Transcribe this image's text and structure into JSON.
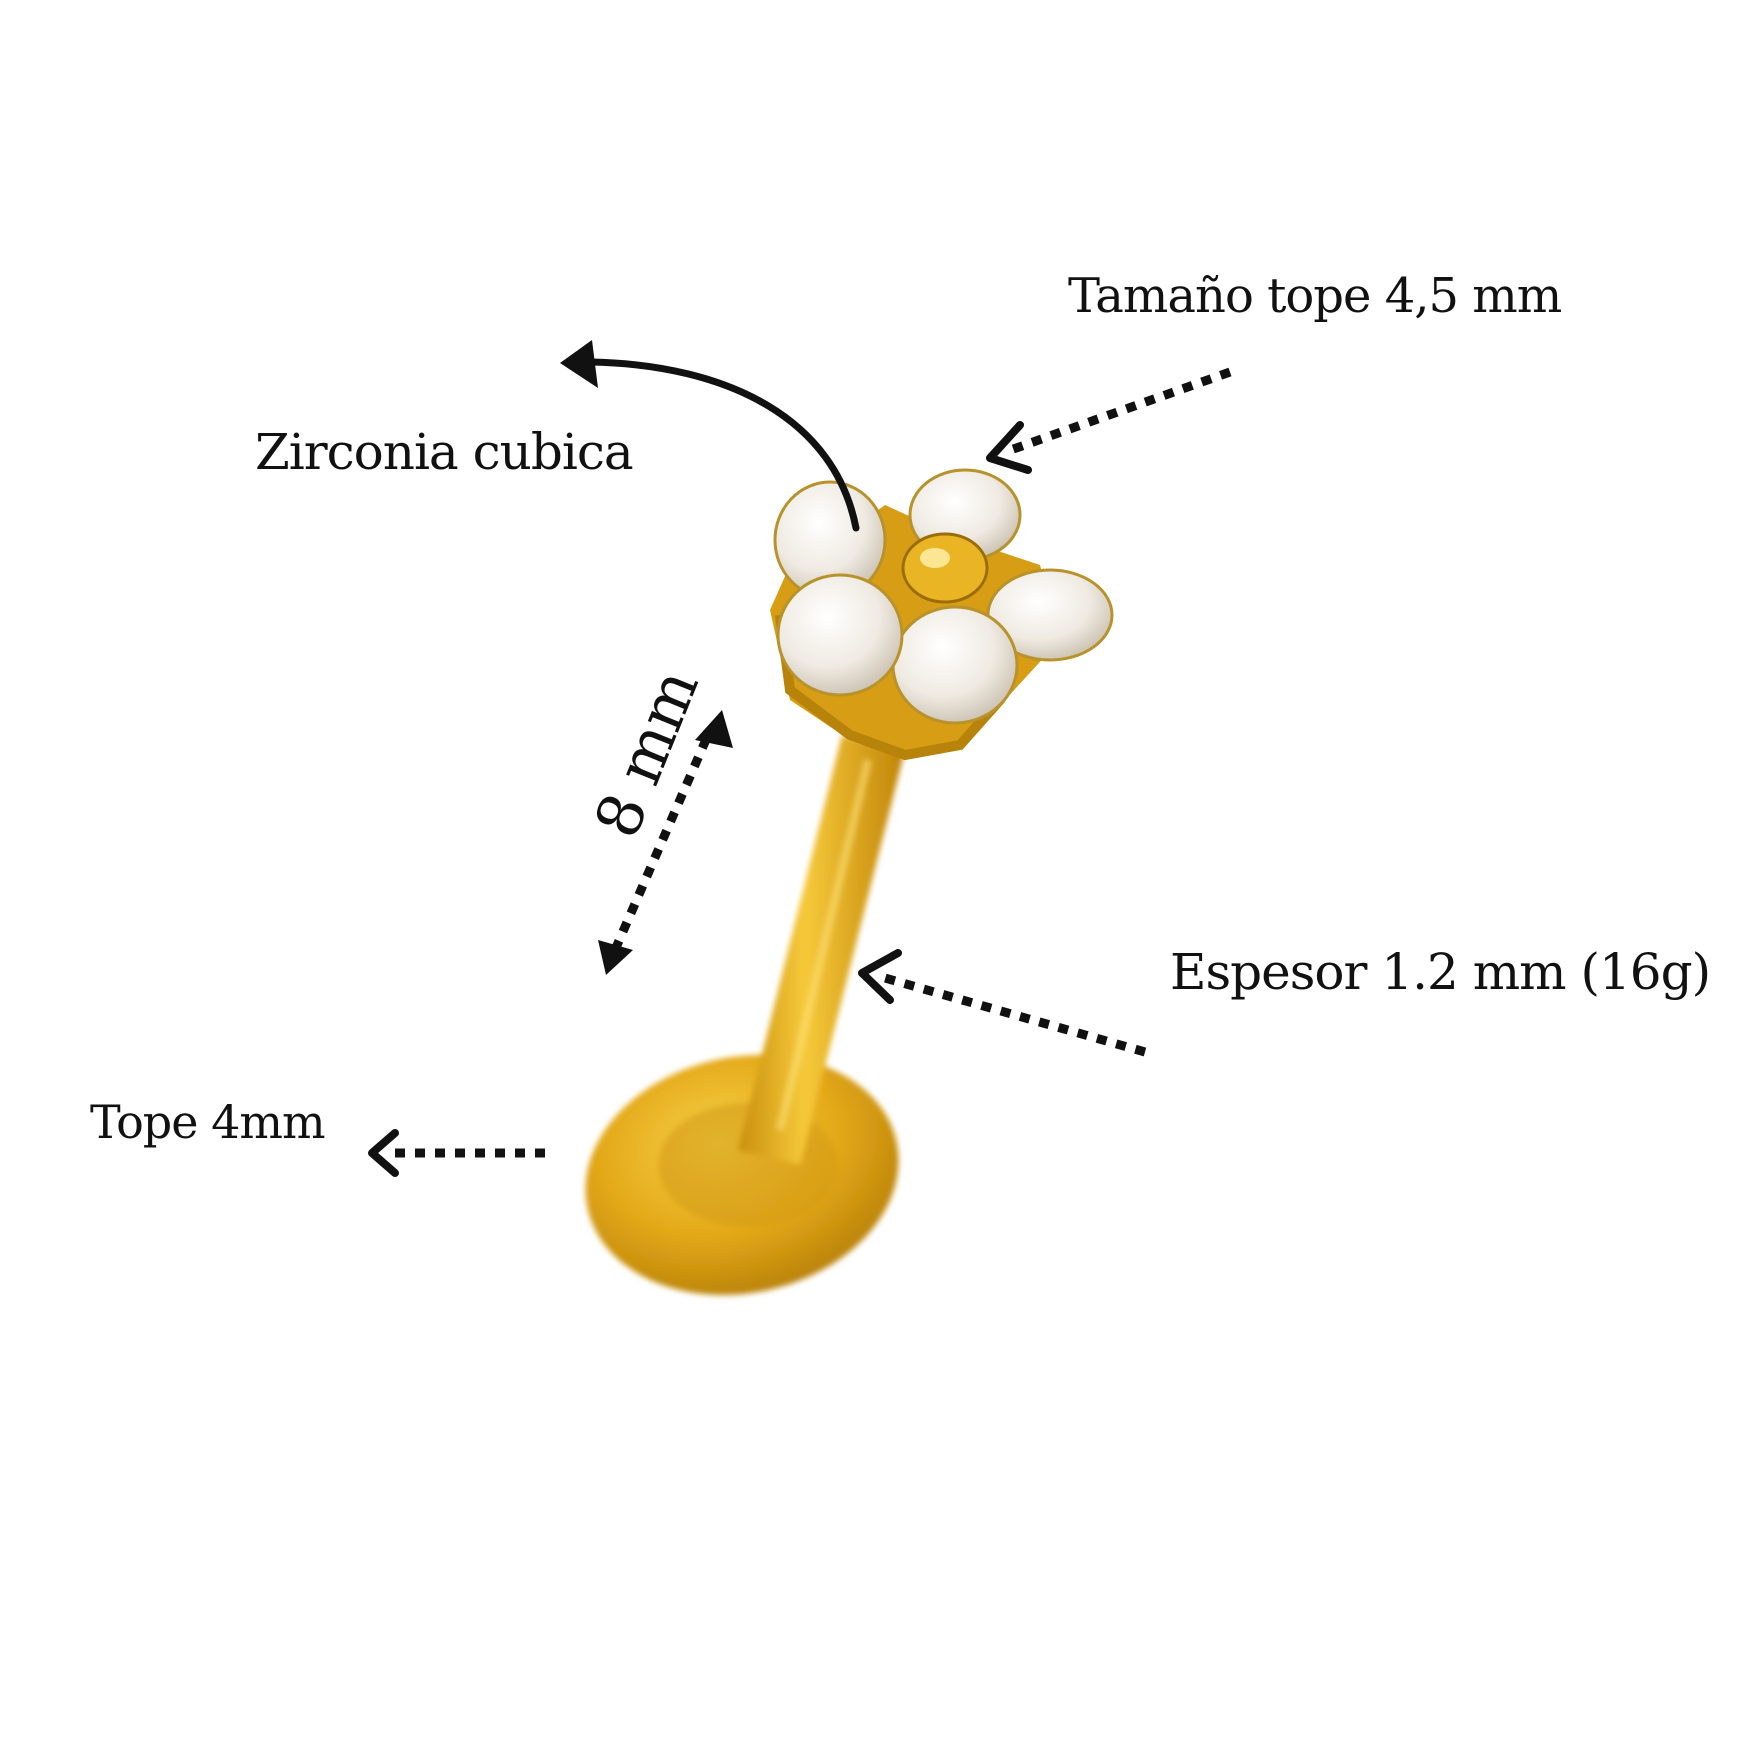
{
  "labels": {
    "top_size": "Tamaño tope 4,5 mm",
    "zirconia": "Zirconia cubica",
    "length": "8 mm",
    "thickness": "Espesor 1.2 mm (16g)",
    "base": "Tope 4mm"
  },
  "colors": {
    "background": "#ffffff",
    "text": "#111111",
    "arrow": "#111111",
    "gold": "#e8b321",
    "gold_dark": "#b8860b",
    "stone": "#f4f1ec"
  },
  "icons": {
    "product": "gold-flower-labret-stud",
    "arrows": "dotted-arrow"
  }
}
